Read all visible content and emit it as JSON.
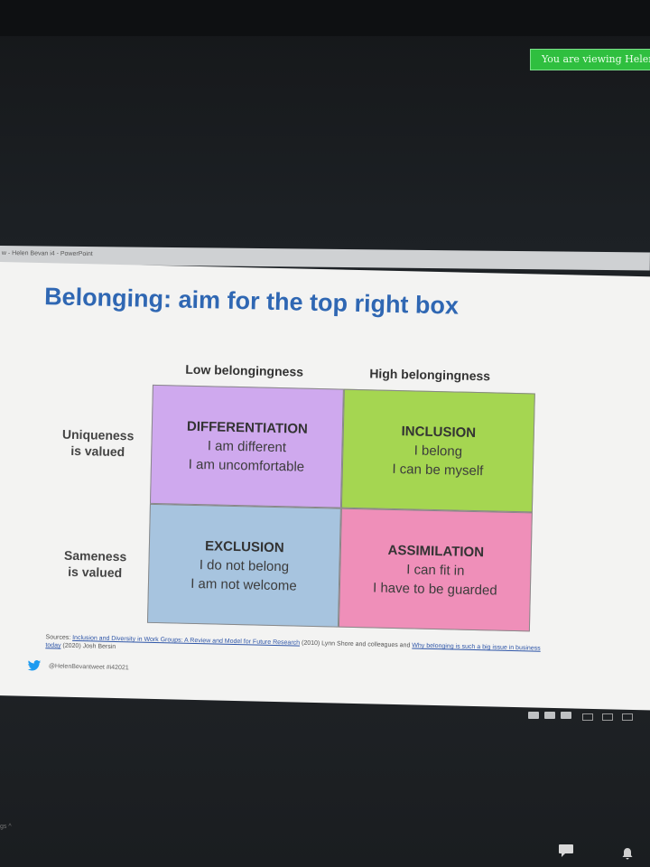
{
  "viewer": {
    "banner_text": "You are viewing Helen"
  },
  "window": {
    "title": "w - Helen Bevan i4 - PowerPoint"
  },
  "slide": {
    "title": "Belonging: aim for the top right box",
    "columns": [
      "Low belongingness",
      "High belongingness"
    ],
    "rows": [
      [
        "Uniqueness",
        "is valued"
      ],
      [
        "Sameness",
        "is valued"
      ]
    ],
    "cells": {
      "top_left": {
        "title": "DIFFERENTIATION",
        "line1": "I am different",
        "line2": "I am uncomfortable",
        "color": "#cfa9ee"
      },
      "top_right": {
        "title": "INCLUSION",
        "line1": "I belong",
        "line2": "I can be myself",
        "color": "#a5d651"
      },
      "bottom_left": {
        "title": "EXCLUSION",
        "line1": "I do not belong",
        "line2": "I am not welcome",
        "color": "#a7c4df"
      },
      "bottom_right": {
        "title": "ASSIMILATION",
        "line1": "I can fit in",
        "line2": "I have to be guarded",
        "color": "#ef8fb9"
      }
    },
    "sources": {
      "prefix": "Sources:",
      "link1": "Inclusion and Diversity in Work Groups: A Review and Model for Future Research",
      "mid": "(2010) Lynn Shore and colleagues and",
      "link2": "Why belonging is such a big issue in business today",
      "suffix": "(2020) Josh Bersin"
    },
    "twitter_handle": "@HelenBevantweet #i42021"
  },
  "taskbar": {
    "label": "gs ^"
  },
  "icons": {
    "twitter": "twitter-bird-icon",
    "chat": "chat-icon",
    "notification": "notification-icon"
  },
  "colors": {
    "title_blue": "#2f67b3",
    "banner_green": "#2fbf3f",
    "twitter_blue": "#1d9bf0"
  }
}
